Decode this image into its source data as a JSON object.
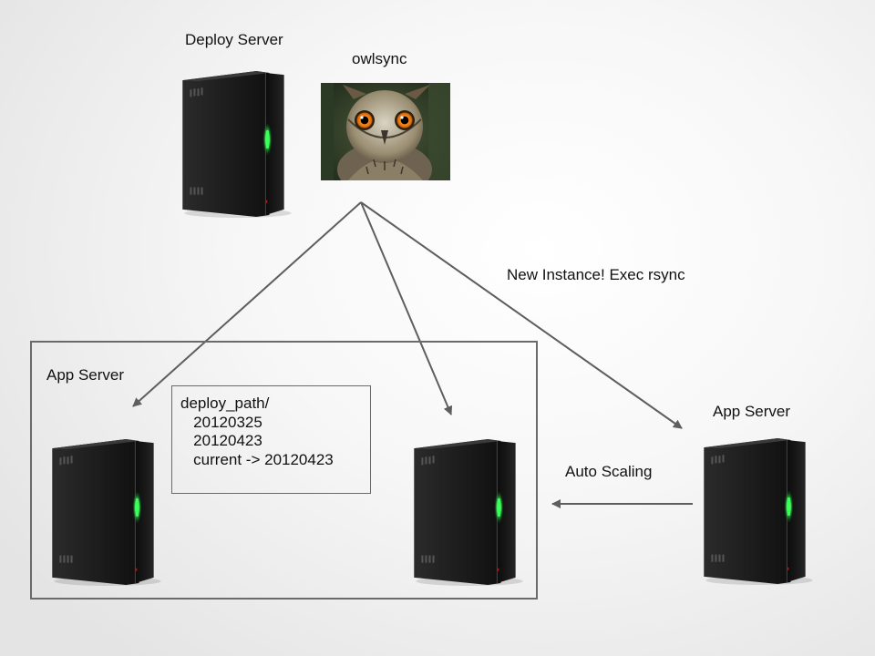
{
  "deploy_server": {
    "label": "Deploy Server"
  },
  "owlsync": {
    "label": "owlsync"
  },
  "arrow_note": "New Instance! Exec rsync",
  "app_group": {
    "label": "App Server"
  },
  "deploy_dir": {
    "lines": [
      "deploy_path/",
      "   20120325",
      "   20120423",
      "   current -> 20120423"
    ]
  },
  "new_server": {
    "label": "App Server"
  },
  "auto_scaling": "Auto Scaling",
  "colors": {
    "arrow": "#5e5e5e",
    "server_led": "#3cff5a",
    "box_border": "#6a6a6a"
  }
}
